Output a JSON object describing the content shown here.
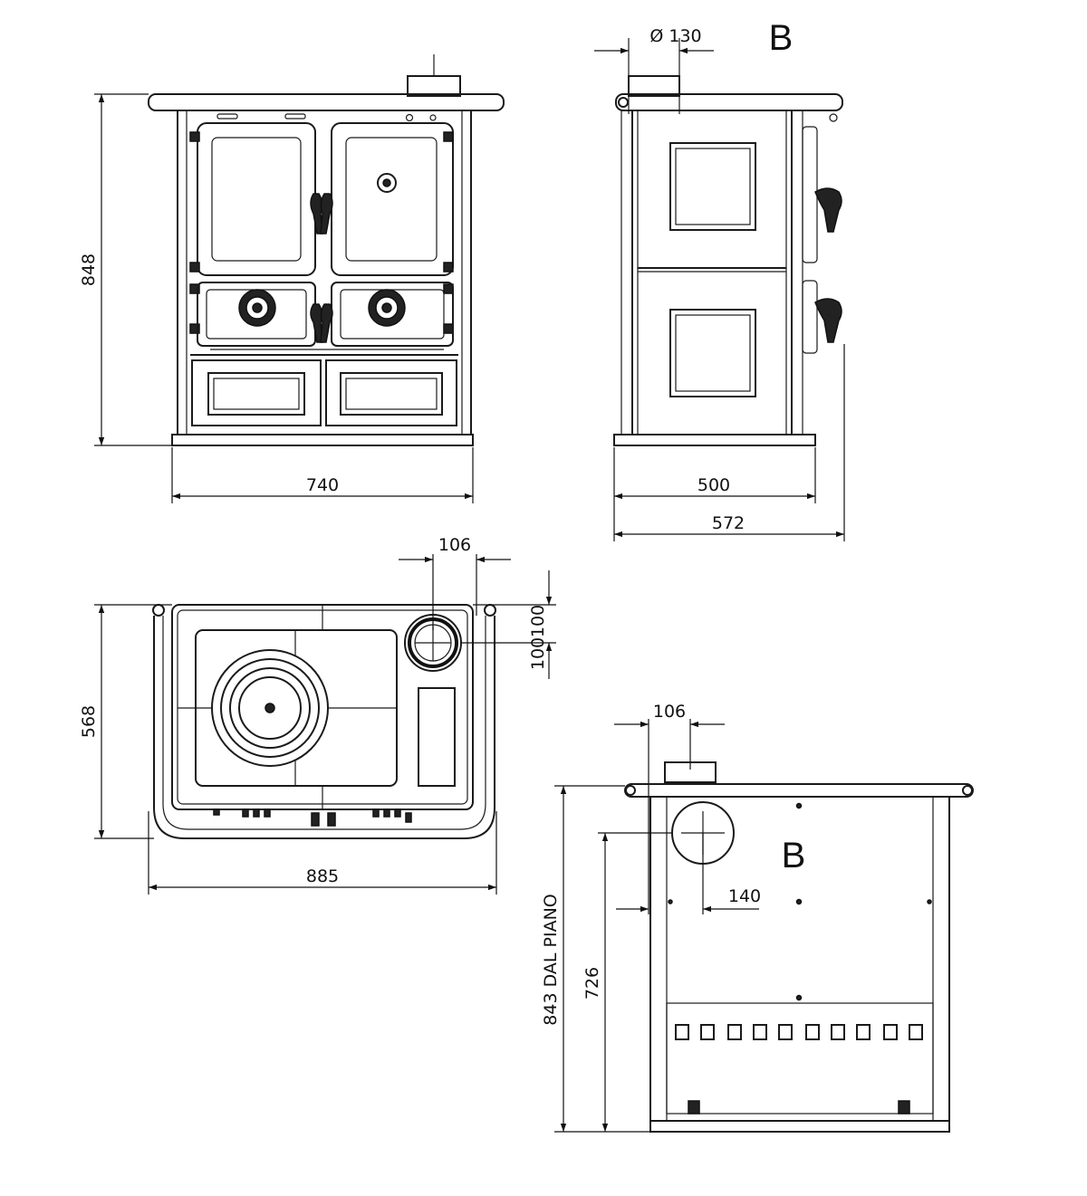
{
  "front_view": {
    "height_label": "848",
    "width_label": "740"
  },
  "side_view": {
    "flue_diameter_label": "Ø 130",
    "view_marker": "B",
    "body_depth_label": "500",
    "total_depth_label": "572"
  },
  "top_view": {
    "flue_offset_label": "106",
    "flue_depth_label_1": "100",
    "flue_depth_label_2": "100",
    "depth_label": "568",
    "overall_width_label": "885"
  },
  "rear_view": {
    "flue_offset_label": "106",
    "view_marker": "B",
    "flue_center_label": "140",
    "floor_height_label": "843 DAL PIANO",
    "flue_height_label": "726"
  }
}
